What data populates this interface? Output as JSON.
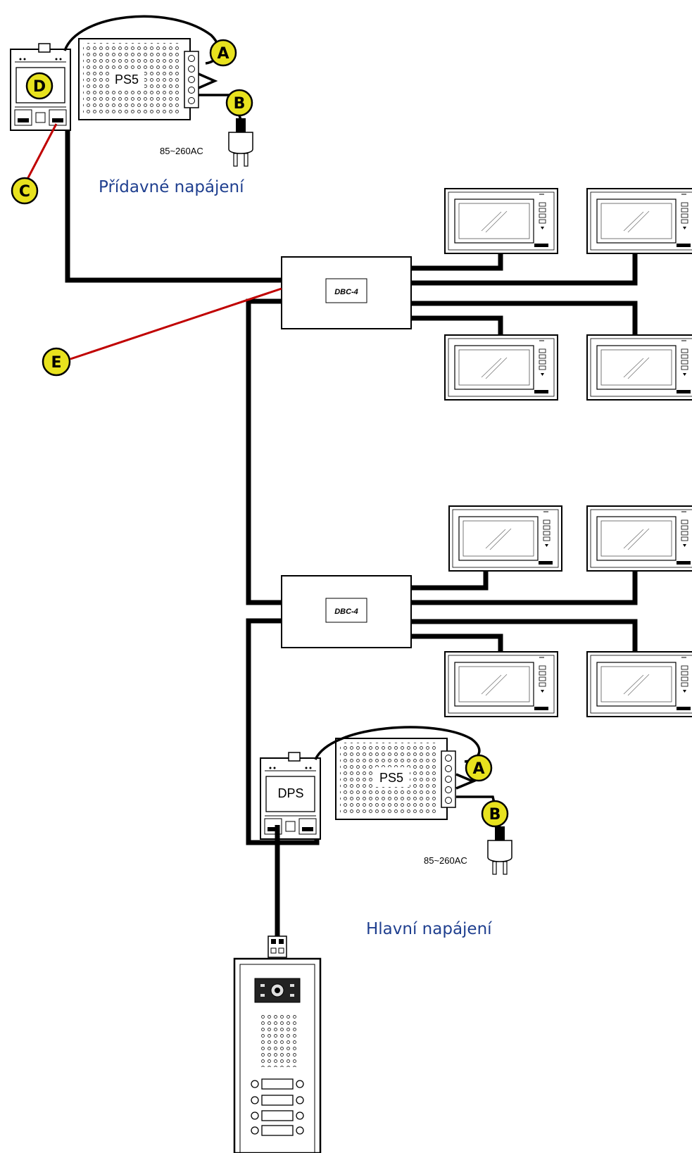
{
  "labels": {
    "aux_power": "Přídavné napájení",
    "main_power": "Hlavní napájení",
    "voltage": "85~260AC",
    "ps5": "PS5",
    "dps": "DPS",
    "aux_dps": "D",
    "dbc": "DBC-4"
  },
  "markers": {
    "a": "A",
    "b": "B",
    "c": "C",
    "e": "E"
  },
  "colors": {
    "marker_fill": "#e8e21e",
    "caption_text": "#1f3f8f",
    "red_lead": "#c00000"
  }
}
